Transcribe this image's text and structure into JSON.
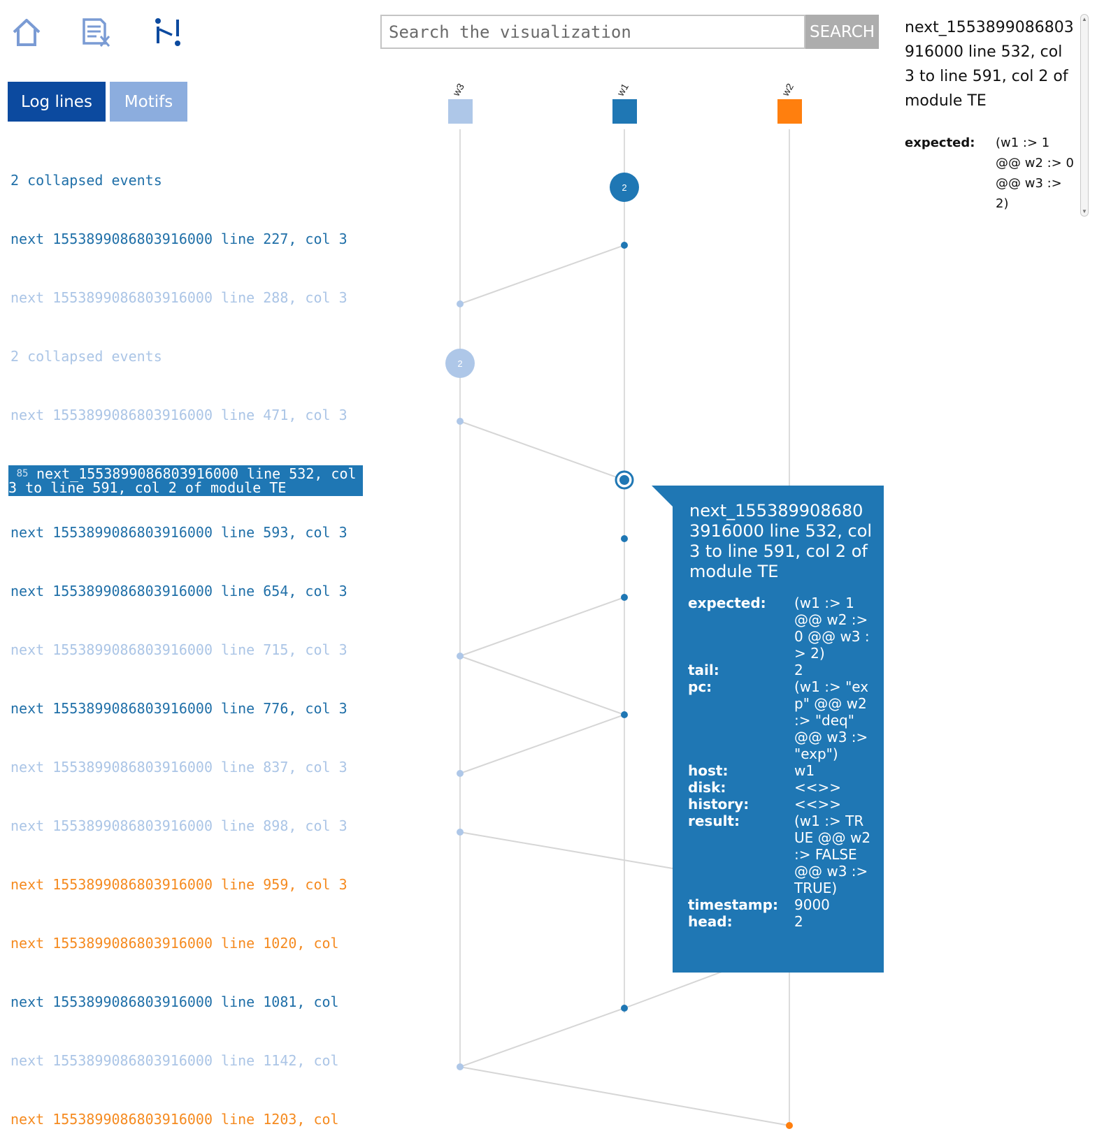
{
  "toolbar": {
    "icons": [
      "home-icon",
      "log-file-icon",
      "motif-graph-icon"
    ],
    "color": "#7a9bd4"
  },
  "tabs": [
    {
      "label": "Log lines",
      "active": true
    },
    {
      "label": "Motifs",
      "active": false
    }
  ],
  "search": {
    "placeholder": "Search the visualization",
    "button_label": "SEARCH"
  },
  "hosts": [
    {
      "name": "w3",
      "color": "#aec7e8"
    },
    {
      "name": "w1",
      "color": "#1f77b4"
    },
    {
      "name": "w2",
      "color": "#ff7f0e"
    }
  ],
  "log_lines": [
    {
      "text": "2 collapsed events",
      "host": "w1"
    },
    {
      "text": "next 1553899086803916000 line 227, col 3",
      "host": "w1"
    },
    {
      "text": "next 1553899086803916000 line 288, col 3",
      "host": "w3"
    },
    {
      "text": "2 collapsed events",
      "host": "w3"
    },
    {
      "text": "next 1553899086803916000 line 471, col 3",
      "host": "w3"
    },
    {
      "text": "next_1553899086803916000 line 532, col 3 to line 591, col 2 of module TE",
      "host": "w1",
      "selected": true,
      "number": "85"
    },
    {
      "text": "next 1553899086803916000 line 593, col 3",
      "host": "w1"
    },
    {
      "text": "next 1553899086803916000 line 654, col 3",
      "host": "w1"
    },
    {
      "text": "next 1553899086803916000 line 715, col 3",
      "host": "w3"
    },
    {
      "text": "next 1553899086803916000 line 776, col 3",
      "host": "w1"
    },
    {
      "text": "next 1553899086803916000 line 837, col 3",
      "host": "w3"
    },
    {
      "text": "next 1553899086803916000 line 898, col 3",
      "host": "w3"
    },
    {
      "text": "next 1553899086803916000 line 959, col 3",
      "host": "w2"
    },
    {
      "text": "next 1553899086803916000 line 1020, col",
      "host": "w2"
    },
    {
      "text": "next 1553899086803916000 line 1081, col",
      "host": "w1"
    },
    {
      "text": "next 1553899086803916000 line 1142, col",
      "host": "w3"
    },
    {
      "text": "next 1553899086803916000 line 1203, col",
      "host": "w2"
    }
  ],
  "collapsed_counts": {
    "w1": "2",
    "w3": "2"
  },
  "tooltip": {
    "title": "next_1553899086803916000 line 532, col 3 to line 591, col 2 of module TE",
    "fields": [
      {
        "key": "expected:",
        "value": "(w1 :> 1 @@ w2 :> 0 @@ w3 :> 2)"
      },
      {
        "key": "tail:",
        "value": "2"
      },
      {
        "key": "pc:",
        "value": "(w1 :> \"exp\" @@ w2 :> \"deq\" @@ w3 :> \"exp\")"
      },
      {
        "key": "host:",
        "value": "w1"
      },
      {
        "key": "disk:",
        "value": "<<>>"
      },
      {
        "key": "history:",
        "value": "<<>>"
      },
      {
        "key": "result:",
        "value": "(w1 :> TRUE @@ w2 :> FALSE @@ w3 :> TRUE)"
      },
      {
        "key": "timestamp:",
        "value": "9000"
      },
      {
        "key": "head:",
        "value": "2"
      }
    ]
  },
  "side_panel": {
    "title": "next_1553899086803916000 line 532, col 3 to line 591, col 2 of module TE",
    "fields": [
      {
        "key": "expected:",
        "value": "(w1 :> 1 @@ w2 :> 0 @@ w3 :> 2)"
      }
    ]
  },
  "colors": {
    "selected_bg": "#1f77b4",
    "dark_text": "#1f6fa8",
    "light_text": "#abc5e6",
    "orange_text": "#f58a1f"
  }
}
